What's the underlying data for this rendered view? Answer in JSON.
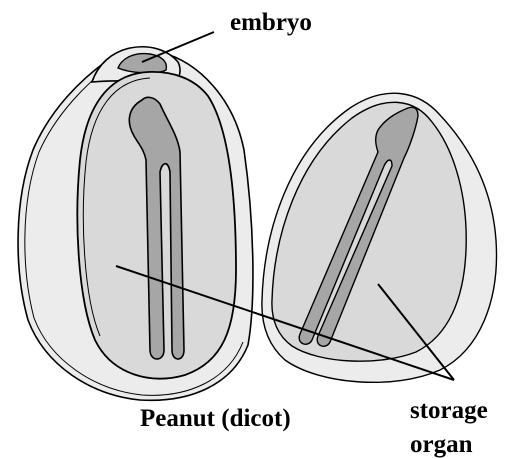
{
  "labels": {
    "embryo": "embryo",
    "title": "Peanut (dicot)",
    "storage_line1": "storage",
    "storage_line2": "organ"
  },
  "colors": {
    "outer_skin": "#ececec",
    "inner_tissue": "#d9d9d9",
    "embryo_fill": "#a6a6a6",
    "ink": "#000000"
  }
}
